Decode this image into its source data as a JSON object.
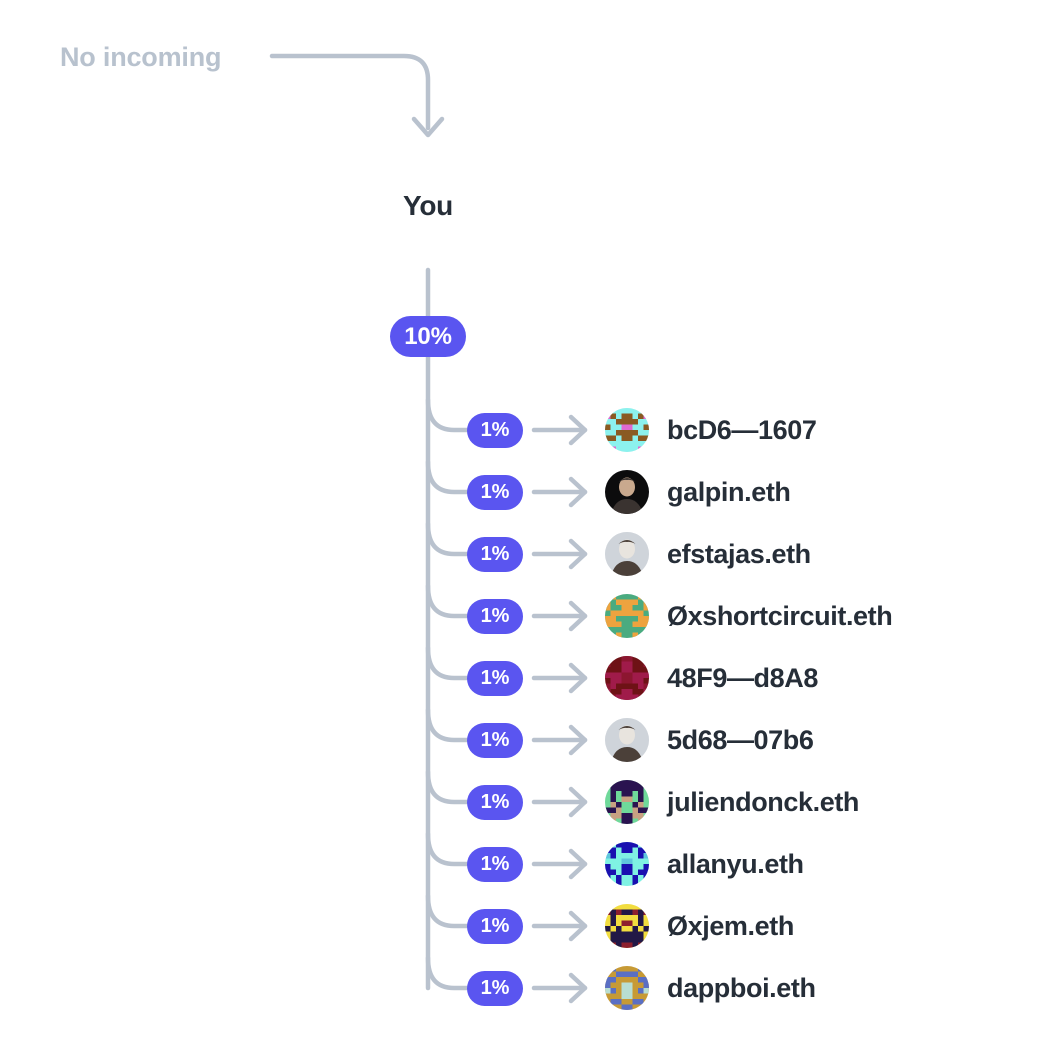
{
  "graph": {
    "no_incoming_label": "No incoming",
    "root_label": "You",
    "root_percentage": "10%",
    "colors": {
      "accent": "#5a55f0",
      "connector": "#b9c2ce",
      "muted_text": "#b8c2ce",
      "text": "#262e38",
      "background": "#ffffff"
    },
    "recipients": [
      {
        "percentage": "1%",
        "name": "bcD6—1607",
        "avatar": "blockie-cyan-brown-avatar",
        "avatar_kind": "blockie",
        "avatar_bg": "#8cf2ee",
        "avatar_fg": "#8a5a22",
        "avatar_accent": "#e06ad0"
      },
      {
        "percentage": "1%",
        "name": "galpin.eth",
        "avatar": "photo-portrait-dark-avatar",
        "avatar_kind": "photo",
        "avatar_bg": "#0c0c0d",
        "avatar_fg": "#c9a98e",
        "avatar_accent": "#3a3330"
      },
      {
        "percentage": "1%",
        "name": "efstajas.eth",
        "avatar": "photo-portrait-light-avatar",
        "avatar_kind": "photo",
        "avatar_bg": "#cfd4da",
        "avatar_fg": "#e8e4de",
        "avatar_accent": "#4b4039"
      },
      {
        "percentage": "1%",
        "name": "Øxshortcircuit.eth",
        "avatar": "blockie-green-orange-avatar",
        "avatar_kind": "blockie",
        "avatar_bg": "#4aab80",
        "avatar_fg": "#eda33f",
        "avatar_accent": "#eda33f"
      },
      {
        "percentage": "1%",
        "name": "48F9—d8A8",
        "avatar": "blockie-darkred-avatar",
        "avatar_kind": "blockie",
        "avatar_bg": "#6e1216",
        "avatar_fg": "#a01b4a",
        "avatar_accent": "#8c1630"
      },
      {
        "percentage": "1%",
        "name": "5d68—07b6",
        "avatar": "photo-portrait-light-avatar",
        "avatar_kind": "photo",
        "avatar_bg": "#cfd4da",
        "avatar_fg": "#e8e4de",
        "avatar_accent": "#4b4039"
      },
      {
        "percentage": "1%",
        "name": "juliendonck.eth",
        "avatar": "blockie-green-purple-avatar",
        "avatar_kind": "blockie",
        "avatar_bg": "#6fd99a",
        "avatar_fg": "#2a1350",
        "avatar_accent": "#c9a182"
      },
      {
        "percentage": "1%",
        "name": "allanyu.eth",
        "avatar": "blockie-cyan-navy-avatar",
        "avatar_kind": "blockie",
        "avatar_bg": "#7ff2e3",
        "avatar_fg": "#1a10b0",
        "avatar_accent": "#5fc6dd"
      },
      {
        "percentage": "1%",
        "name": "Øxjem.eth",
        "avatar": "blockie-yellow-navy-avatar",
        "avatar_kind": "blockie",
        "avatar_bg": "#f2dd3f",
        "avatar_fg": "#221846",
        "avatar_accent": "#8c1f2e"
      },
      {
        "percentage": "1%",
        "name": "dappboi.eth",
        "avatar": "blockie-gold-blue-avatar",
        "avatar_kind": "blockie",
        "avatar_bg": "#c79a35",
        "avatar_fg": "#5a6fc4",
        "avatar_accent": "#b8ded2"
      }
    ]
  }
}
